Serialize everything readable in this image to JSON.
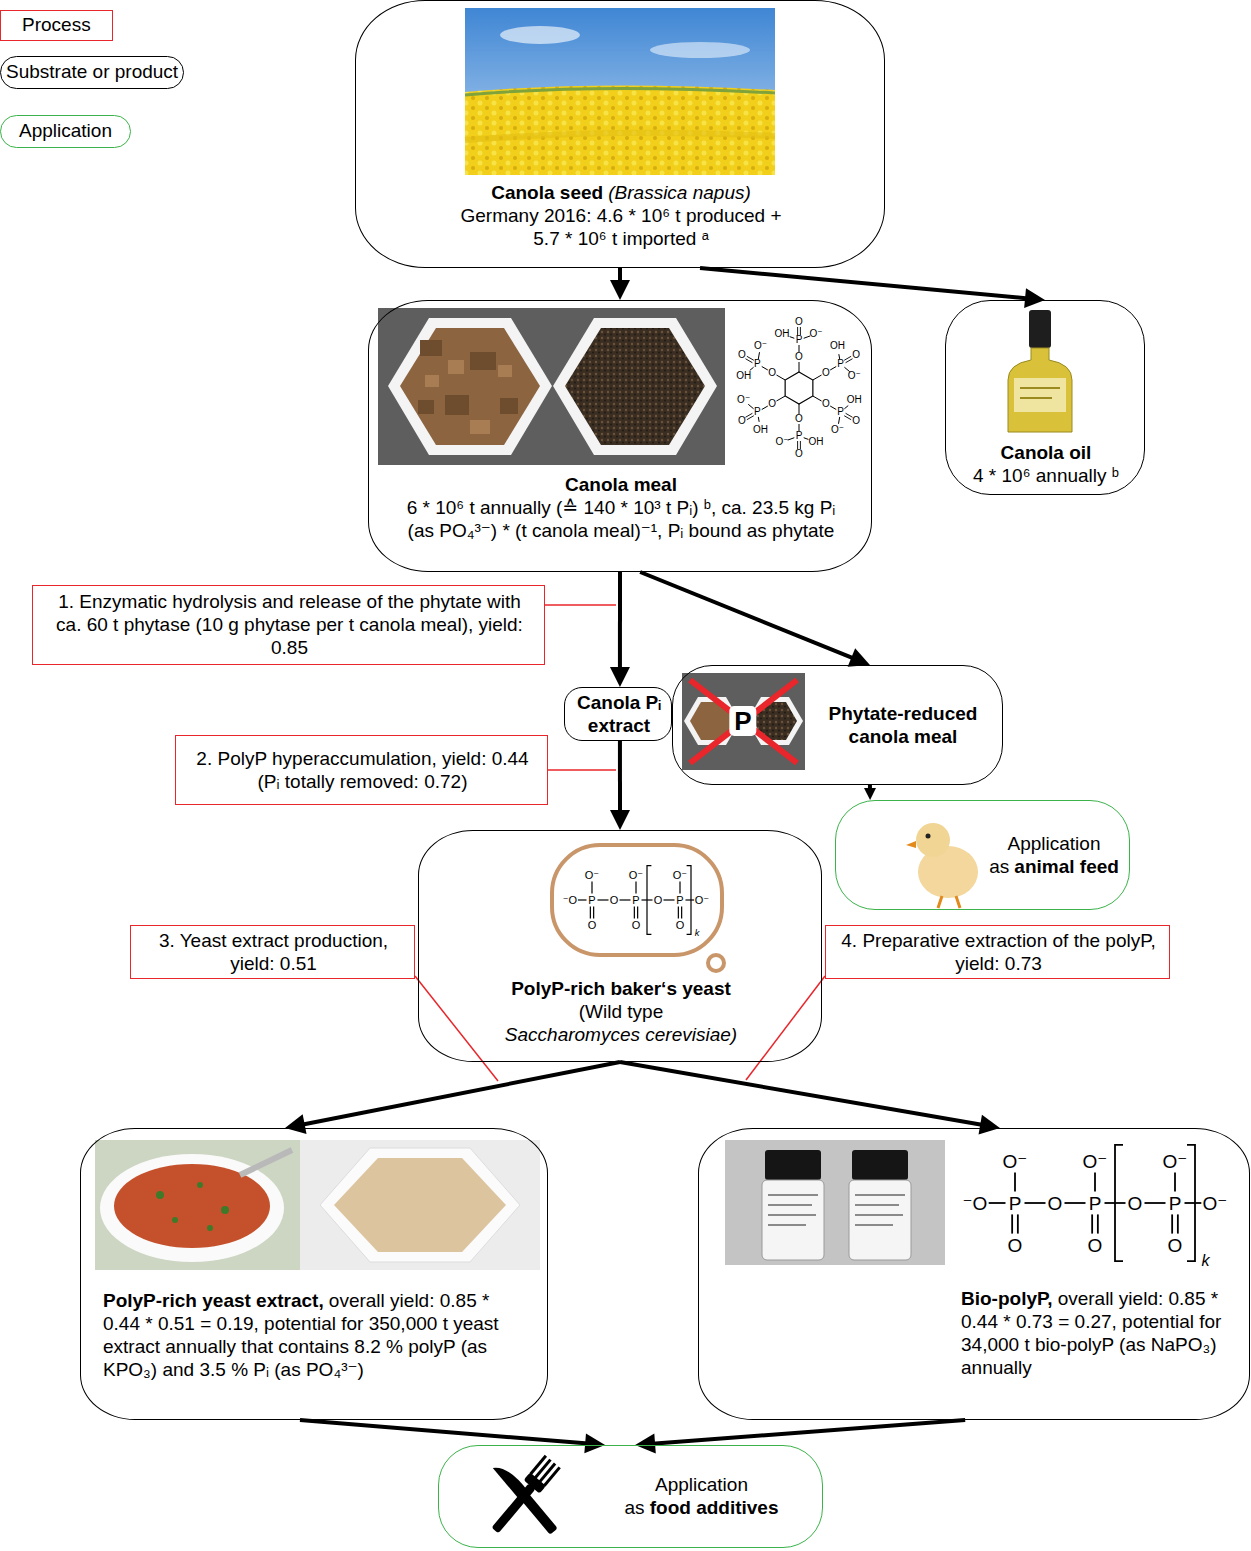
{
  "diagram": {
    "nodes": [
      {
        "text": [
          "Canola seed",
          "(Brassica napus)",
          "Germany 2016: 4.6 * 10⁶ t produced + 5.7 * 10⁶ t imported ᵃ"
        ]
      },
      {
        "text": [
          "Canola meal",
          "6 * 10⁶ t annually (≙ 140 * 10³ t Pᵢ) ᵇ, ca. 23.5 kg Pᵢ (as PO₄³⁻) * (t canola meal)⁻¹, Pᵢ bound as phytate"
        ]
      },
      {
        "text": [
          "Canola oil",
          "4 * 10⁶ annually ᵇ"
        ]
      },
      {
        "text": [
          "1. Enzymatic hydrolysis and release of the phytate with ca. 60 t phytase (10 g phytase per t canola meal), yield: 0.85"
        ]
      },
      {
        "text": [
          "Canola Pᵢ extract"
        ]
      },
      {
        "text": [
          "Phytate-reduced canola meal"
        ]
      },
      {
        "text": [
          "2. PolyP hyperaccumulation, yield: 0.44 (Pᵢ totally removed: 0.72)"
        ]
      },
      {
        "text": [
          "PolyP-rich baker‘s yeast",
          "(Wild type",
          "Saccharomyces cerevisiae)"
        ]
      },
      {
        "text": [
          "Application",
          "as",
          "animal feed"
        ]
      },
      {
        "text": [
          "3. Yeast extract production, yield: 0.51"
        ]
      },
      {
        "text": [
          "4. Preparative extraction of the polyP, yield: 0.73"
        ]
      },
      {
        "text": [
          "PolyP-rich yeast extract,",
          "overall yield: 0.85 * 0.44 * 0.51 = 0.19, potential for 350,000 t yeast extract annually that contains 8.2 % polyP (as KPO₃) and 3.5 % Pᵢ (as PO₄³⁻)"
        ]
      },
      {
        "text": [
          "Bio-polyP,",
          "overall yield: 0.85 * 0.44 * 0.73 = 0.27, potential for 34,000 t bio-polyP (as NaPO₃) annually"
        ]
      },
      {
        "text": [
          "Application",
          "as",
          "food additives"
        ]
      }
    ],
    "edges": [
      {
        "from": 0,
        "to": 1,
        "arrow": "to"
      },
      {
        "from": 0,
        "to": 2,
        "arrow": "to"
      },
      {
        "from": 1,
        "to": 4,
        "arrow": "to"
      },
      {
        "from": 1,
        "to": 5,
        "arrow": "to"
      },
      {
        "from": 4,
        "to": 7,
        "arrow": "to"
      },
      {
        "from": 5,
        "to": 8,
        "arrow": "to"
      },
      {
        "from": 7,
        "to": 11,
        "arrow": "to"
      },
      {
        "from": 7,
        "to": 12,
        "arrow": "to"
      },
      {
        "from": 11,
        "to": 13,
        "arrow": "to"
      },
      {
        "from": 12,
        "to": 13,
        "arrow": "to"
      }
    ],
    "labels": [
      "O",
      "P",
      "O",
      "O⁻",
      "OH",
      "O",
      "P",
      "O",
      "O⁻",
      "OH",
      "O",
      "P",
      "O",
      "O⁻",
      "OH",
      "O",
      "P",
      "O",
      "O⁻",
      "OH",
      "O",
      "P",
      "O",
      "O⁻",
      "OH",
      "O",
      "P",
      "O",
      "O⁻",
      "OH",
      "P",
      "O⁻",
      "O⁻",
      "O⁻",
      "⁻O",
      "P",
      "O",
      "P",
      "O",
      "P",
      "O⁻",
      "O",
      "O",
      "O",
      "k",
      "O⁻",
      "O⁻",
      "O⁻",
      "⁻O",
      "P",
      "O",
      "P",
      "O",
      "P",
      "O⁻",
      "O",
      "O",
      "O",
      "k"
    ],
    "legend": [
      {
        "text": "Process"
      },
      {
        "text": "Substrate or product"
      },
      {
        "text": "Application"
      }
    ]
  }
}
